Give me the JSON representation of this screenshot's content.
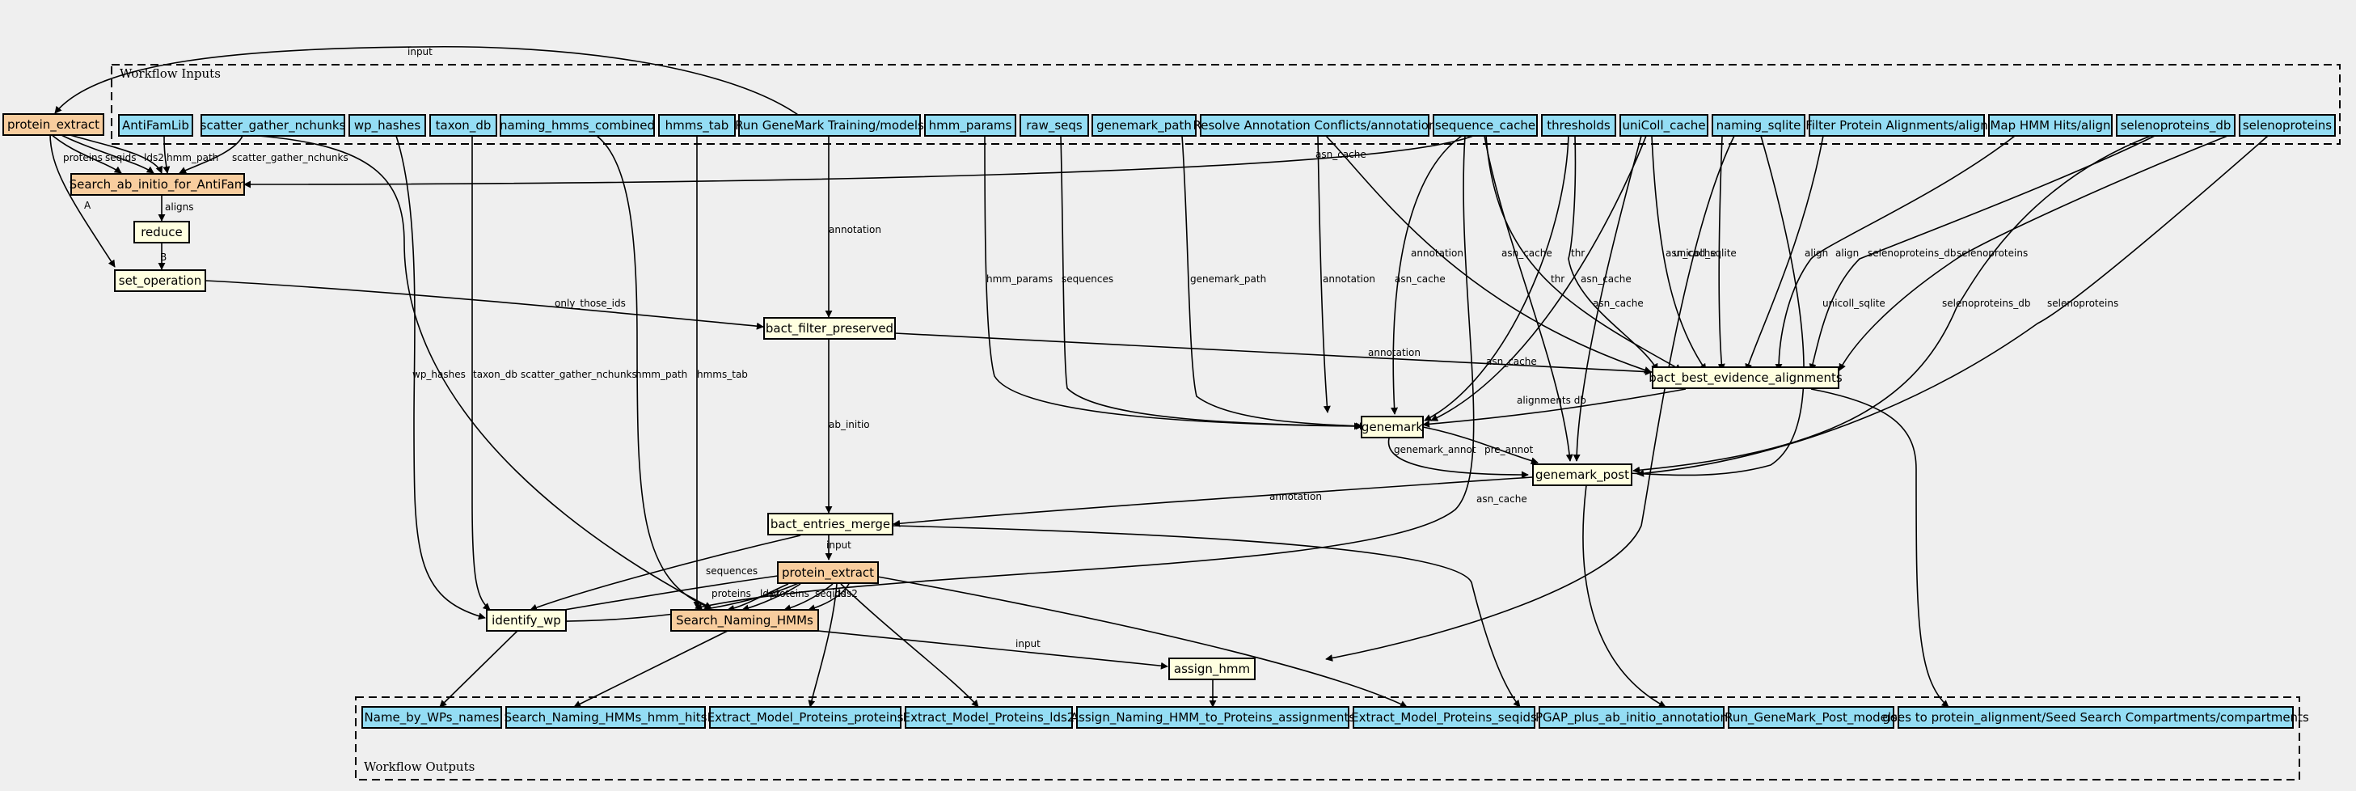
{
  "clusters": {
    "inputs_title": "Workflow Inputs",
    "outputs_title": "Workflow Outputs"
  },
  "colors": {
    "input": "#94ddf4",
    "step": "#ffffe0",
    "subworkflow": "#f8cd9e",
    "output": "#94ddf4"
  },
  "nodes": {
    "protein_extract_top": "protein_extract",
    "antifamlib": "AntiFamLib",
    "scatter_gather_nchunks": "scatter_gather_nchunks",
    "wp_hashes": "wp_hashes",
    "taxon_db": "taxon_db",
    "naming_hmms_combined": "naming_hmms_combined",
    "hmms_tab": "hmms_tab",
    "run_genemark_training": "Run GeneMark Training/models",
    "hmm_params": "hmm_params",
    "raw_seqs": "raw_seqs",
    "genemark_path": "genemark_path",
    "resolve_annotation": "Resolve Annotation Conflicts/annotation",
    "sequence_cache": "sequence_cache",
    "thresholds": "thresholds",
    "unicoll_cache": "uniColl_cache",
    "naming_sqlite": "naming_sqlite",
    "filter_protein_alignments": "Filter Protein Alignments/align",
    "map_hmm_hits": "Map HMM Hits/align",
    "selenoproteins_db": "selenoproteins_db",
    "selenoproteins": "selenoproteins",
    "search_ab_initio": "Search_ab_initio_for_AntiFam",
    "reduce": "reduce",
    "set_operation": "set_operation",
    "bact_filter_preserved": "bact_filter_preserved",
    "bact_best_evidence": "bact_best_evidence_alignments",
    "genemark": "genemark",
    "genemark_post": "genemark_post",
    "bact_entries_merge": "bact_entries_merge",
    "protein_extract_mid": "protein_extract",
    "identify_wp": "identify_wp",
    "search_naming_hmms": "Search_Naming_HMMs",
    "assign_hmm": "assign_hmm",
    "out_name_by_wps": "Name_by_WPs_names",
    "out_search_naming_hits": "Search_Naming_HMMs_hmm_hits",
    "out_extract_proteins": "Extract_Model_Proteins_proteins",
    "out_extract_lds2": "Extract_Model_Proteins_lds2",
    "out_assign_naming": "Assign_Naming_HMM_to_Proteins_assignments",
    "out_extract_seqids": "Extract_Model_Proteins_seqids",
    "out_pgap_plus": "PGAP_plus_ab_initio_annotation",
    "out_run_genemark_post": "Run_GeneMark_Post_models",
    "out_goes_to": "goes to protein_alignment/Seed Search Compartments/compartments"
  },
  "edge_labels": {
    "input": "input",
    "proteins": "proteins",
    "seqids": "seqids",
    "lds2": "lds2",
    "hmm_path": "hmm_path",
    "scatter_gather_nchunks": "scatter_gather_nchunks",
    "asn_cache": "asn_cache",
    "a": "A",
    "b": "B",
    "aligns": "aligns",
    "only_those_ids": "only_those_ids",
    "annotation": "annotation",
    "ab_initio": "ab_initio",
    "hmm_params": "hmm_params",
    "sequences": "sequences",
    "genemark_path": "genemark_path",
    "thr": "thr",
    "unicoll_sqlite": "unicoll_sqlite",
    "align": "align",
    "selenoproteins_db": "selenoproteins_db",
    "selenoproteins": "selenoproteins",
    "alignments_db": "alignments db",
    "genemark_annot": "genemark_annot",
    "pre_annot": "pre_annot",
    "wp_hashes": "wp_hashes",
    "taxon_db": "taxon_db",
    "hmms_tab": "hmms_tab"
  }
}
